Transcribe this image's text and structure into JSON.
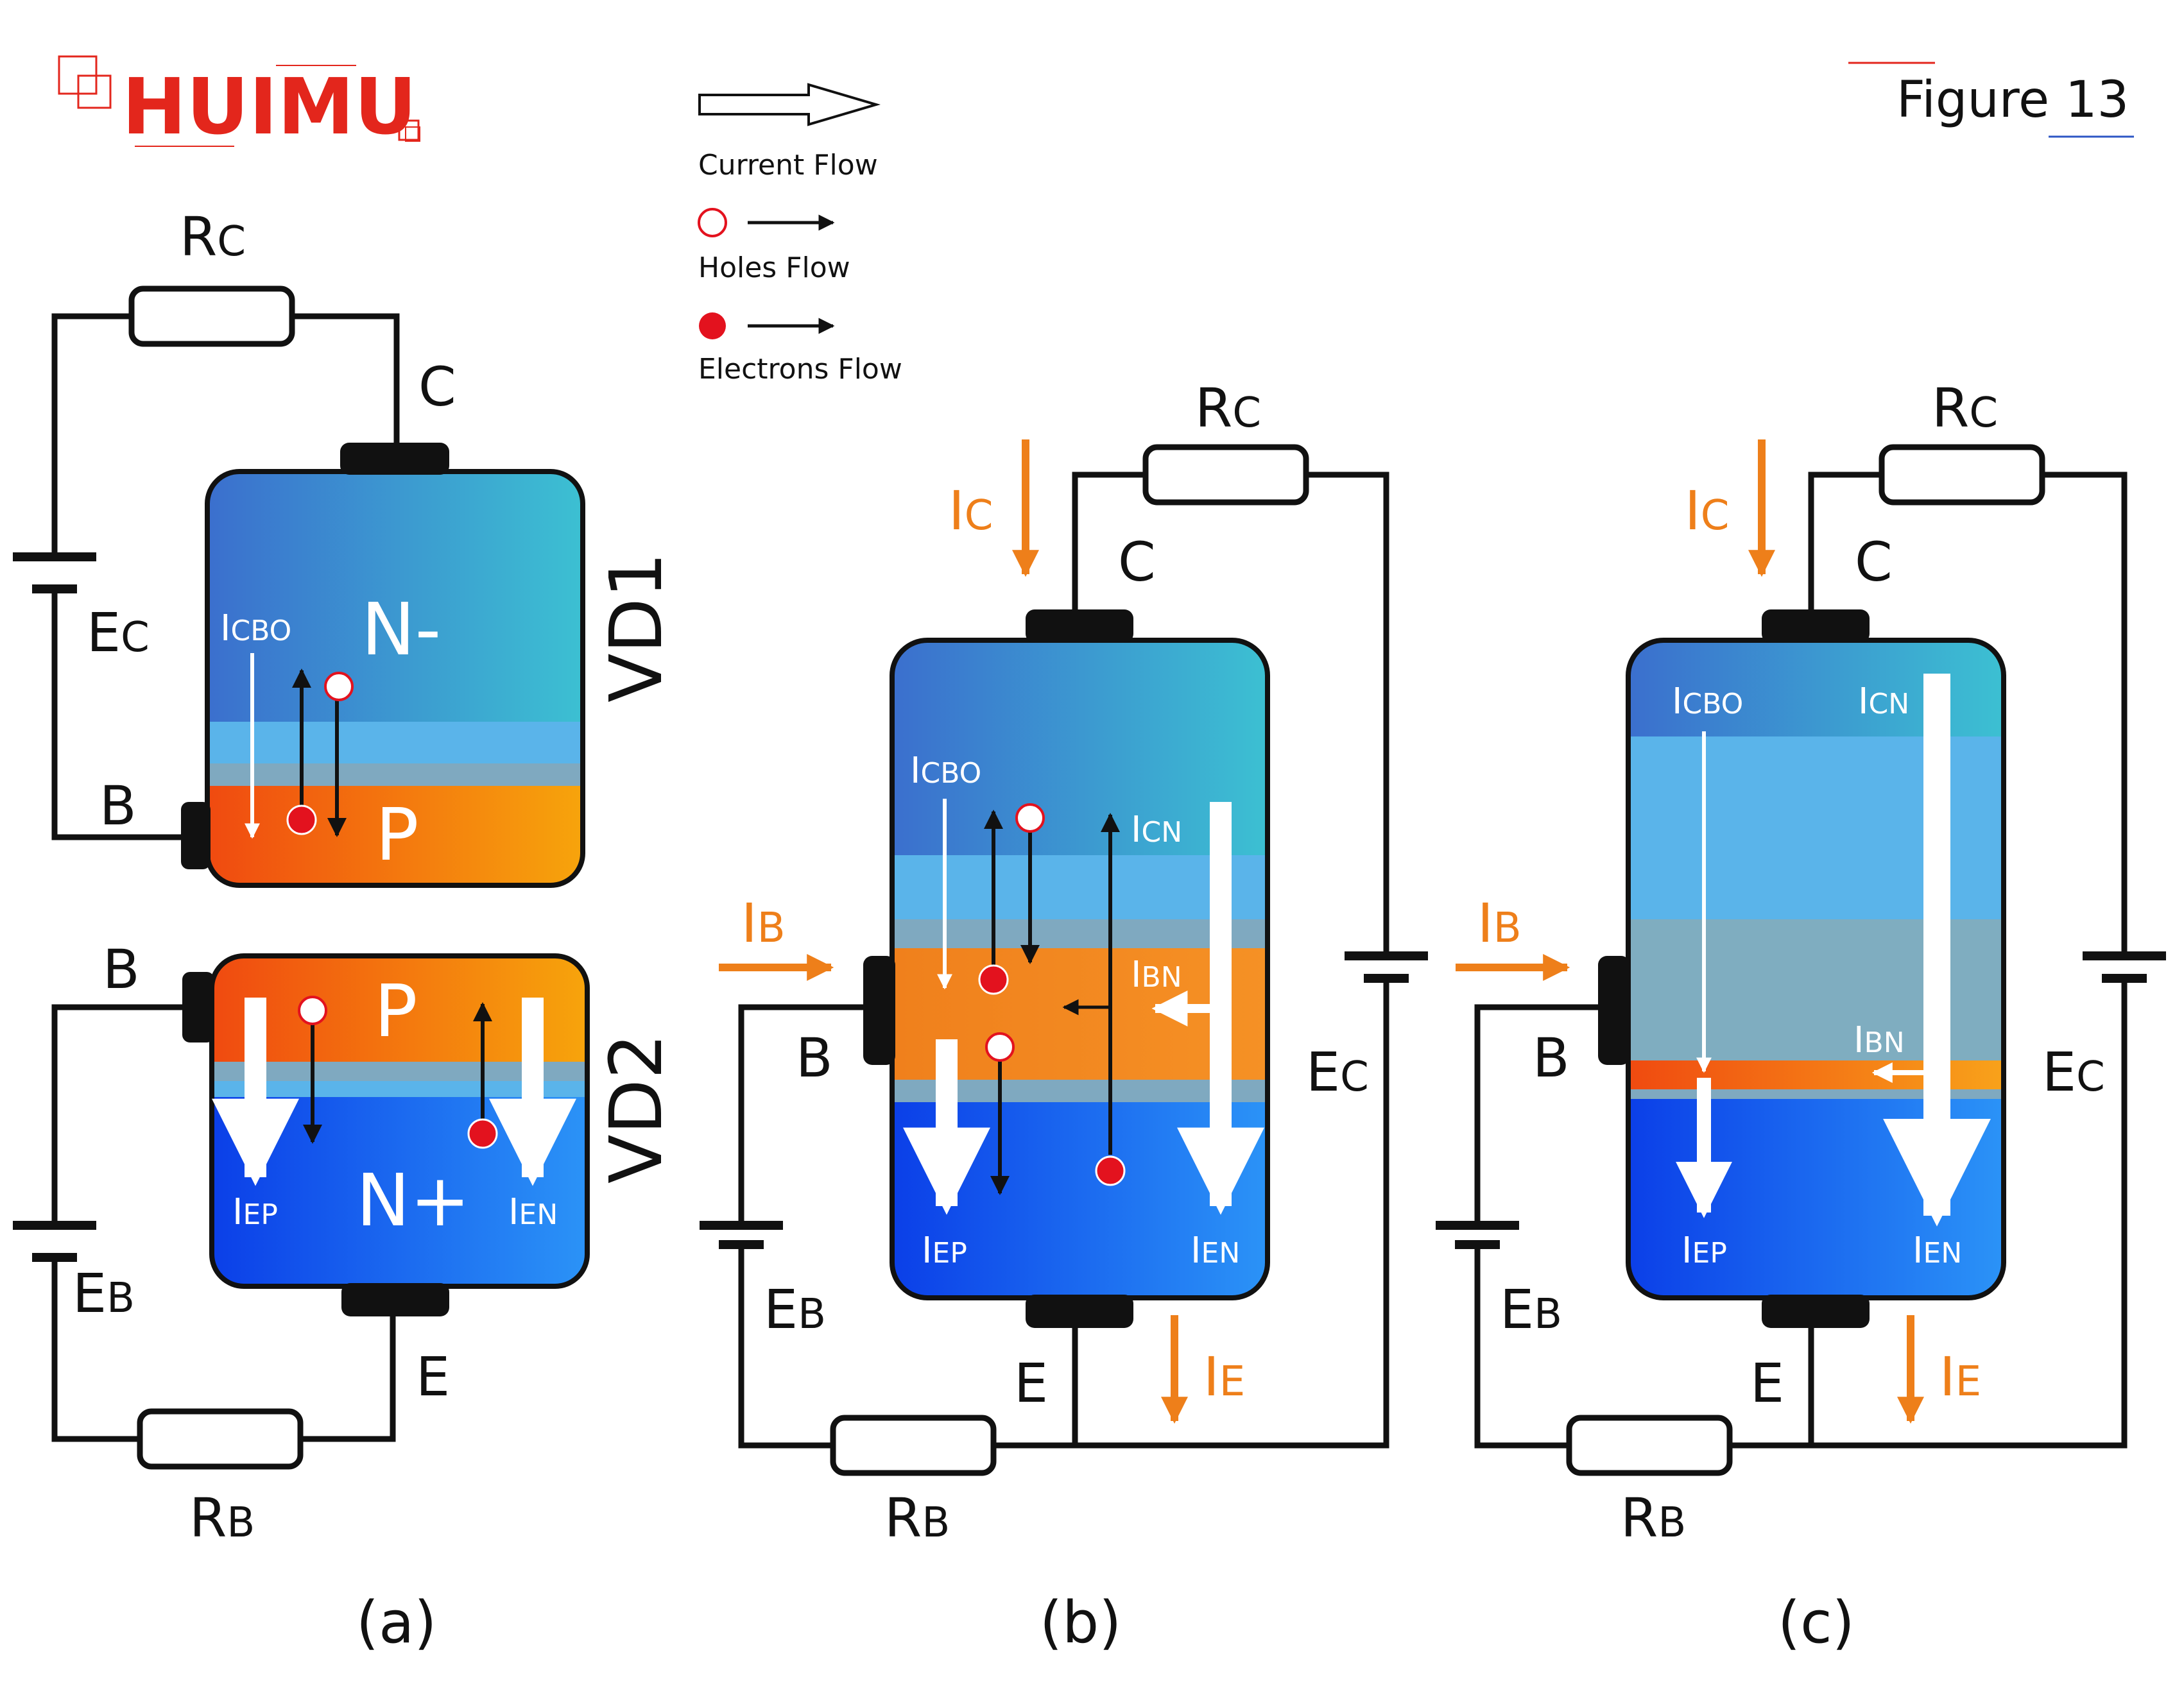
{
  "brand": {
    "logo_text": "HUIMU",
    "logo_color": "#e3261c"
  },
  "figure_label": "Figure 13",
  "legend": {
    "current_flow": "Current Flow",
    "holes_flow": "Holes Flow",
    "electrons_flow": "Electrons Flow"
  },
  "colors": {
    "n_region": "#3d7bd0",
    "n_minus_region": "#3d8bd0",
    "depletion": "#5ab4ea",
    "p_region": "#f07a18",
    "n_plus_region": "#1f6ff0",
    "current_arrow": "#ee7f1a",
    "electron": "#e3121e",
    "hole_outline": "#e3121e"
  },
  "panel_a": {
    "caption": "(a)",
    "rc": {
      "main": "R",
      "sub": "C"
    },
    "rb": {
      "main": "R",
      "sub": "B"
    },
    "ec": {
      "main": "E",
      "sub": "C"
    },
    "eb": {
      "main": "E",
      "sub": "B"
    },
    "terminal_c": "C",
    "terminal_b1": "B",
    "terminal_b2": "B",
    "terminal_e": "E",
    "vd1": "VD1",
    "vd2": "VD2",
    "n_minus": "N-",
    "p1": "P",
    "p2": "P",
    "n_plus": "N+",
    "icbo": {
      "main": "I",
      "sub": "CBO"
    },
    "iep": {
      "main": "I",
      "sub": "EP"
    },
    "ien": {
      "main": "I",
      "sub": "EN"
    }
  },
  "panel_b": {
    "caption": "(b)",
    "rc": {
      "main": "R",
      "sub": "C"
    },
    "rb": {
      "main": "R",
      "sub": "B"
    },
    "ec": {
      "main": "E",
      "sub": "C"
    },
    "eb": {
      "main": "E",
      "sub": "B"
    },
    "terminal_c": "C",
    "terminal_b": "B",
    "terminal_e": "E",
    "ic": {
      "main": "I",
      "sub": "C"
    },
    "ib": {
      "main": "I",
      "sub": "B"
    },
    "ie": {
      "main": "I",
      "sub": "E"
    },
    "icbo": {
      "main": "I",
      "sub": "CBO"
    },
    "icn": {
      "main": "I",
      "sub": "CN"
    },
    "ibn": {
      "main": "I",
      "sub": "BN"
    },
    "iep": {
      "main": "I",
      "sub": "EP"
    },
    "ien": {
      "main": "I",
      "sub": "EN"
    }
  },
  "panel_c": {
    "caption": "(c)",
    "rc": {
      "main": "R",
      "sub": "C"
    },
    "rb": {
      "main": "R",
      "sub": "B"
    },
    "ec": {
      "main": "E",
      "sub": "C"
    },
    "eb": {
      "main": "E",
      "sub": "B"
    },
    "terminal_c": "C",
    "terminal_b": "B",
    "terminal_e": "E",
    "ic": {
      "main": "I",
      "sub": "C"
    },
    "ib": {
      "main": "I",
      "sub": "B"
    },
    "ie": {
      "main": "I",
      "sub": "E"
    },
    "icbo": {
      "main": "I",
      "sub": "CBO"
    },
    "icn": {
      "main": "I",
      "sub": "CN"
    },
    "ibn": {
      "main": "I",
      "sub": "BN"
    },
    "iep": {
      "main": "I",
      "sub": "EP"
    },
    "ien": {
      "main": "I",
      "sub": "EN"
    }
  }
}
